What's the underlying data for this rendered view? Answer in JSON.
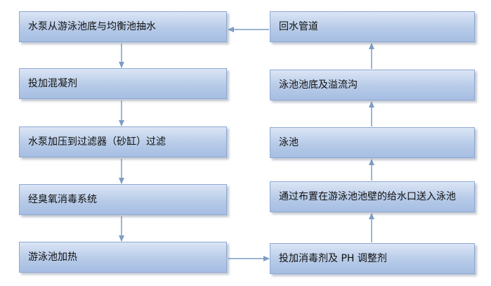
{
  "diagram": {
    "steps": [
      {
        "label": "水泵从游泳池底与均衡池抽水"
      },
      {
        "label": "投加混凝剂"
      },
      {
        "label": "水泵加压到过滤器（砂缸）过滤"
      },
      {
        "label": "经臭氧消毒系统"
      },
      {
        "label": "游泳池加热"
      },
      {
        "label": "投加消毒剂及 PH 调整剂"
      },
      {
        "label": "通过布置在游泳池池壁的给水口送入泳池"
      },
      {
        "label": "泳池"
      },
      {
        "label": "泳池池底及溢流沟"
      },
      {
        "label": "回水管道"
      }
    ],
    "colors": {
      "box_top": "#dbe5f5",
      "box_bottom": "#a6bee3",
      "box_border": "#8ea9d2",
      "arrow": "#7b9cc6",
      "text": "#111111"
    }
  }
}
